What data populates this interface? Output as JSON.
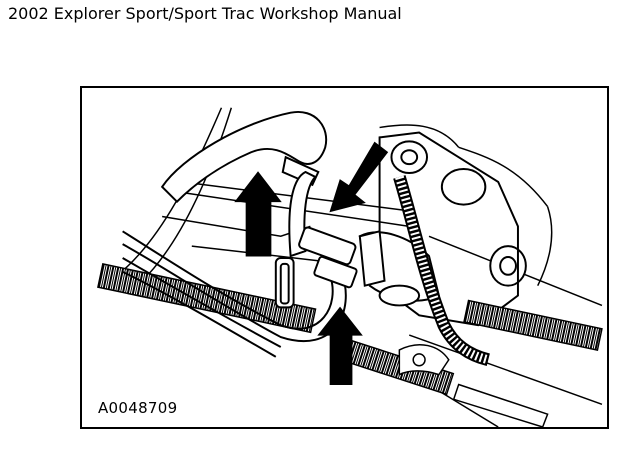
{
  "document": {
    "title": "2002 Explorer Sport/Sport Trac Workshop Manual"
  },
  "figure": {
    "code": "A0048709",
    "illustration": "line drawing of hose and fitting assembly with directional arrows",
    "colors": {
      "line": "#000000",
      "background": "#ffffff"
    }
  }
}
